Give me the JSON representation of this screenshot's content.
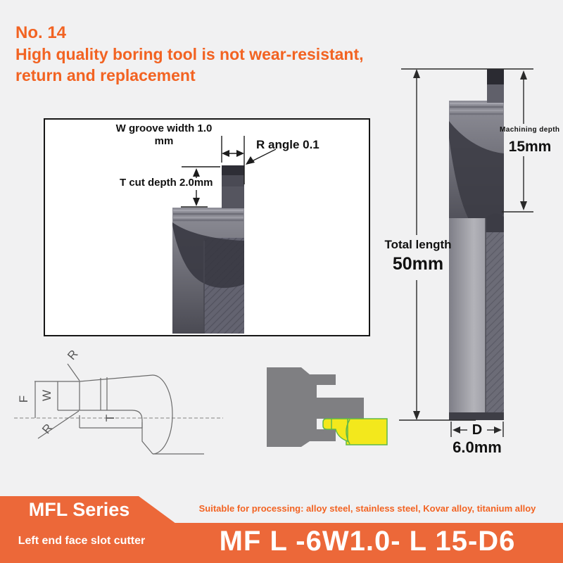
{
  "page": {
    "background_color": "#f1f1f2",
    "accent_color": "#f26322",
    "banner_color": "#ec6839",
    "workpiece_gray": "#7f7f82",
    "tool_highlight_yellow": "#f3e81c",
    "tool_outline_green": "#5fb84a"
  },
  "header": {
    "number": "No. 14",
    "title_line1": "High quality boring tool is not wear-resistant,",
    "title_line2": "return and replacement"
  },
  "diagram_box": {
    "w_label_line1": "W groove width 1.0",
    "w_label_line2": "mm",
    "r_label": "R angle 0.1",
    "t_label": "T cut depth 2.0mm"
  },
  "photo_annotations": {
    "machining_depth_label": "Machining depth",
    "machining_depth_value": "15mm",
    "total_length_label": "Total length",
    "total_length_value": "50mm",
    "diameter_letter": "D",
    "diameter_value": "6.0mm"
  },
  "line_drawing": {
    "f_label": "F",
    "w_label": "W",
    "t_label": "T",
    "r_top_label": "R",
    "r_bottom_label": "R"
  },
  "banner": {
    "series": "MFL Series",
    "subtitle": "Left end face slot cutter",
    "suitable": "Suitable for processing: alloy steel, stainless steel, Kovar alloy, titanium alloy",
    "model": "MF L -6W1.0- L 15-D6"
  }
}
